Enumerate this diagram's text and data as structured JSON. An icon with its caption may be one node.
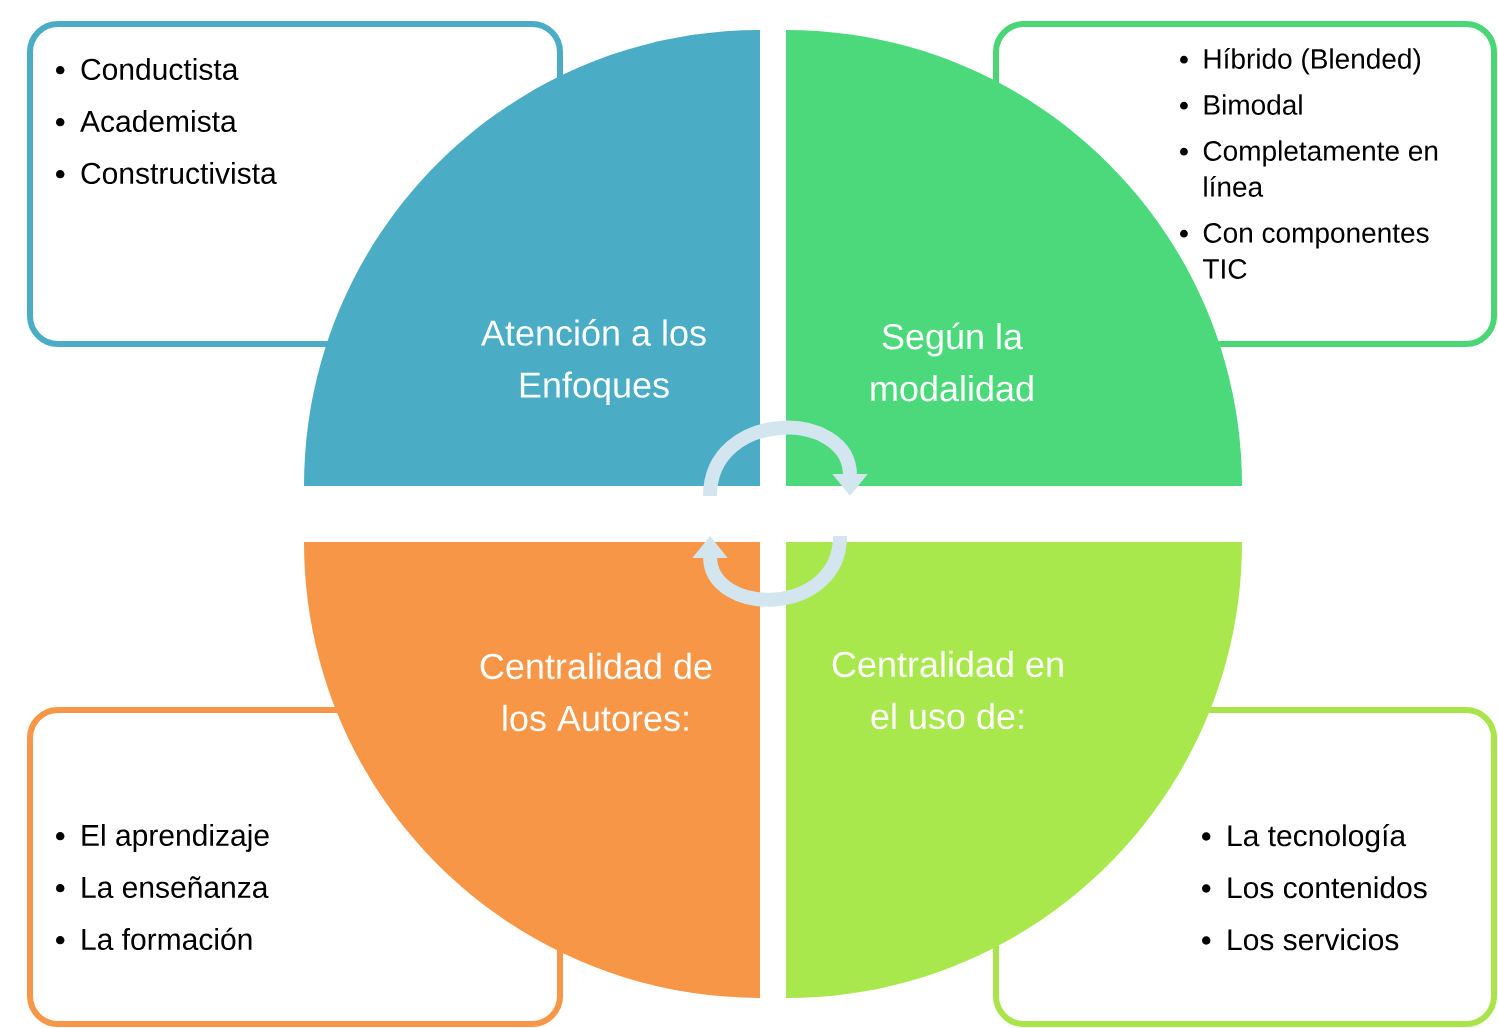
{
  "diagram": {
    "nodes": [
      {
        "text": [
          "Conductista",
          "Academista",
          "Constructivista"
        ]
      },
      {
        "text": [
          "Híbrido (Blended)",
          "Bimodal",
          "Completamente en línea",
          "Con componentes TIC"
        ]
      },
      {
        "text": [
          "Atención a los Enfoques"
        ]
      },
      {
        "text": [
          "Según la modalidad"
        ]
      },
      {
        "text": [
          "Centralidad de los Autores:"
        ]
      },
      {
        "text": [
          "Centralidad en el uso de:"
        ]
      },
      {
        "text": [
          "El aprendizaje",
          "La enseñanza",
          "La formación"
        ]
      },
      {
        "text": [
          "La tecnología",
          "Los contenidos",
          "Los servicios"
        ]
      }
    ],
    "edges": [
      {
        "from": 2,
        "to": 3,
        "arrow": "to"
      },
      {
        "from": 5,
        "to": 4,
        "arrow": "to"
      }
    ]
  }
}
